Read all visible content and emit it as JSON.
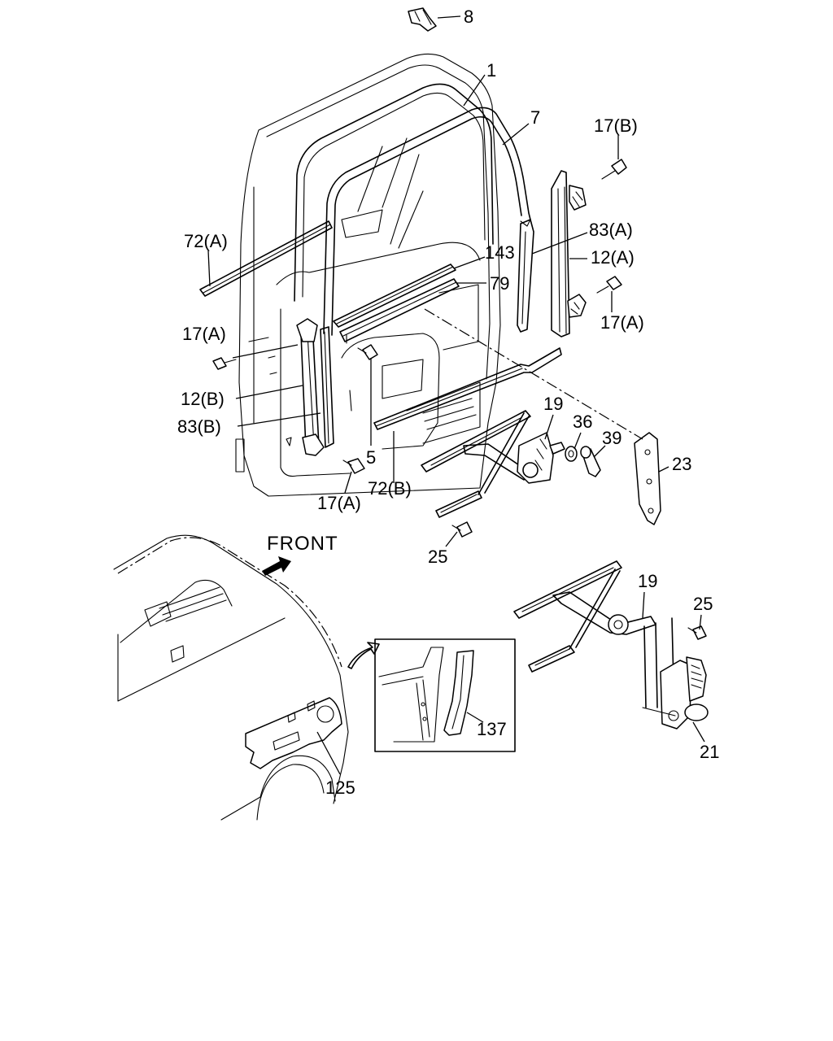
{
  "direction_label": "FRONT",
  "callouts": {
    "c8": "8",
    "c1": "1",
    "c7": "7",
    "c17b": "17(B)",
    "c72a": "72(A)",
    "c83a": "83(A)",
    "c143": "143",
    "c12a": "12(A)",
    "c79": "79",
    "c17a_right": "17(A)",
    "c17a_left": "17(A)",
    "c12b": "12(B)",
    "c83b": "83(B)",
    "c19_top": "19",
    "c36": "36",
    "c39": "39",
    "c5": "5",
    "c23": "23",
    "c17a_bottom": "17(A)",
    "c72b": "72(B)",
    "c25_top": "25",
    "c19_bottom": "19",
    "c25_bottom": "25",
    "c137": "137",
    "c21": "21",
    "c125": "125"
  }
}
